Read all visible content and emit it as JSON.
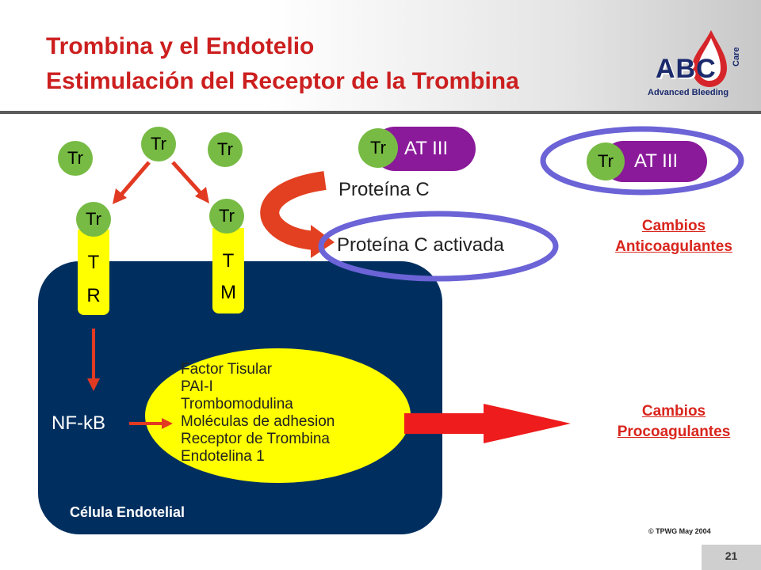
{
  "header": {
    "title_line1": "Trombina y el Endotelio",
    "title_line2": "Estimulación del Receptor de la Trombina"
  },
  "logo": {
    "brand": "ABC",
    "side_text": "Care",
    "tagline": "Advanced Bleeding"
  },
  "diagram": {
    "thrombin_label": "Tr",
    "receptor_tr": [
      "T",
      "R"
    ],
    "receptor_tm": [
      "T",
      "M"
    ],
    "at3_label": "AT III",
    "protein_c": "Proteína C",
    "protein_c_activated": "Proteína C activada",
    "nfkb": "NF-kB",
    "factors": [
      "Factor Tisular",
      "PAI-I",
      "Trombomodulina",
      "Moléculas de adhesion",
      "Receptor de Trombina",
      "Endotelina 1"
    ],
    "cell_label": "Célula Endotelial",
    "anticoag_line1": "Cambios",
    "anticoag_line2": "Anticoagulantes",
    "procoag_line1": "Cambios",
    "procoag_line2": "Procoagulantes"
  },
  "footer": {
    "copyright": "© TPWG May 2004",
    "page_number": "21"
  },
  "colors": {
    "title_red": "#cc1f1f",
    "cell_navy": "#002f5f",
    "thrombin_green": "#77bb44",
    "at3_purple": "#8a1a9a",
    "ellipse_blue": "#6b63d6",
    "arrow_red": "#e23a22",
    "receptor_yellow": "#ffff00"
  }
}
